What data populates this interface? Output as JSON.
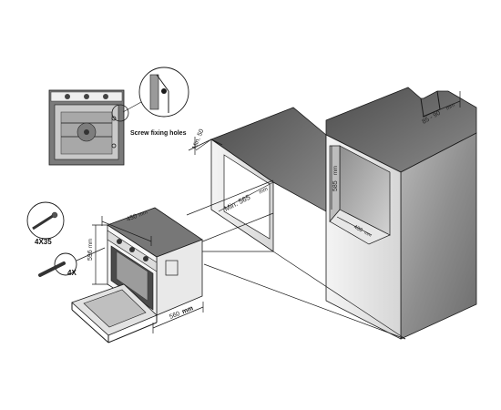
{
  "labels": {
    "screw_fixing_holes": "Screw fixing holes",
    "min_50": "Min. 50",
    "min_565": "Min. 565",
    "min_565_unit": "mm",
    "dim_585": "585",
    "dim_585_unit": "mm",
    "dim_85_90": "85 - 90",
    "dim_85_90_unit": "mm",
    "dim_480": "480",
    "dim_480_unit": "mm",
    "dim_450": "450",
    "dim_450_unit": "mm",
    "dim_596": "596",
    "dim_596_unit": "mm",
    "dim_560": "560",
    "dim_560_unit": "mm",
    "screw_spec": "4X35",
    "screw_qty": "4X"
  },
  "colors": {
    "cabinet_dark": "#5f5f5f",
    "cabinet_mid": "#9a9a9a",
    "cabinet_light": "#c8c8c8",
    "line": "#1a1a1a"
  }
}
